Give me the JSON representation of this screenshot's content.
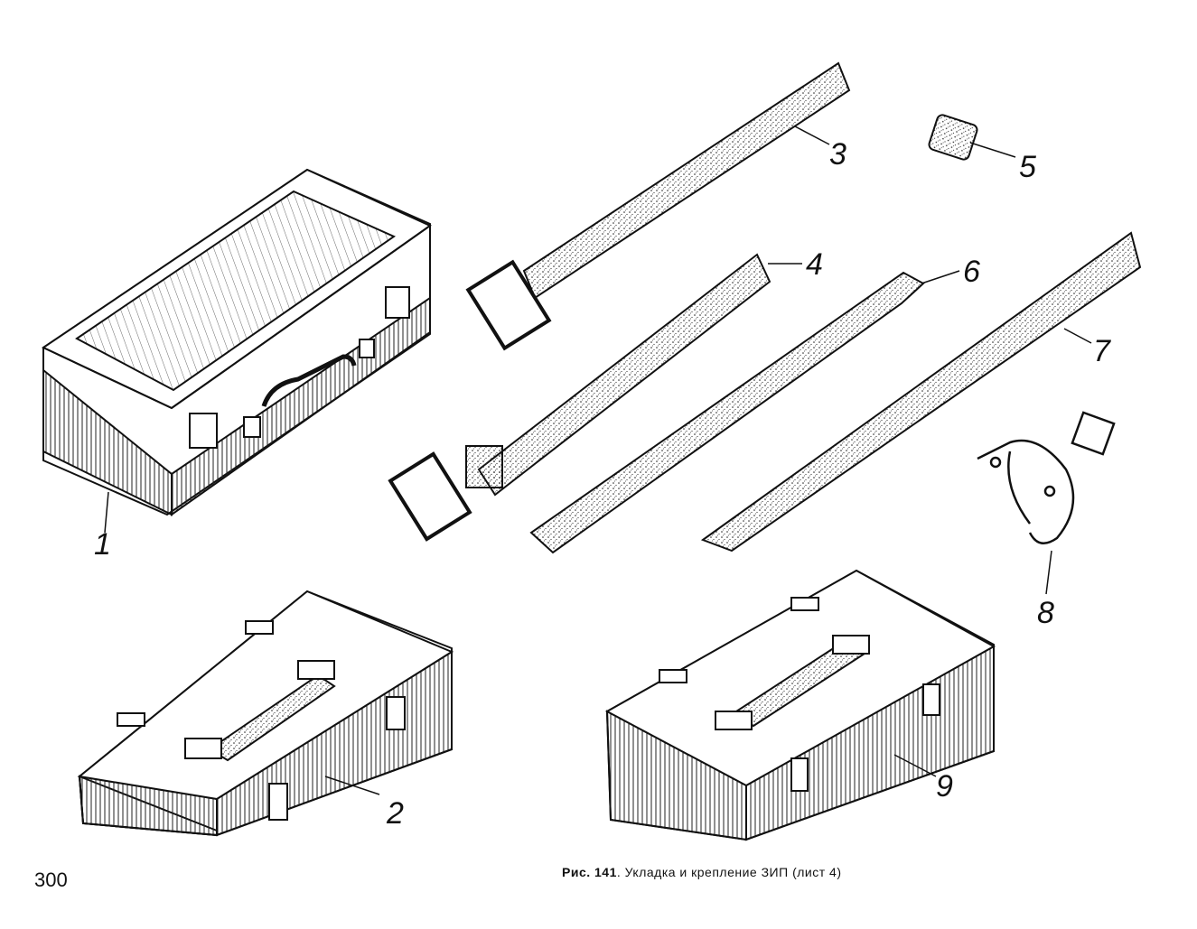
{
  "callouts": [
    "1",
    "2",
    "3",
    "4",
    "5",
    "6",
    "7",
    "8",
    "9"
  ],
  "page_number": "300",
  "caption": {
    "prefix": "Рис. 141",
    "text": ". Укладка и крепление ЗИП (лист 4)"
  }
}
